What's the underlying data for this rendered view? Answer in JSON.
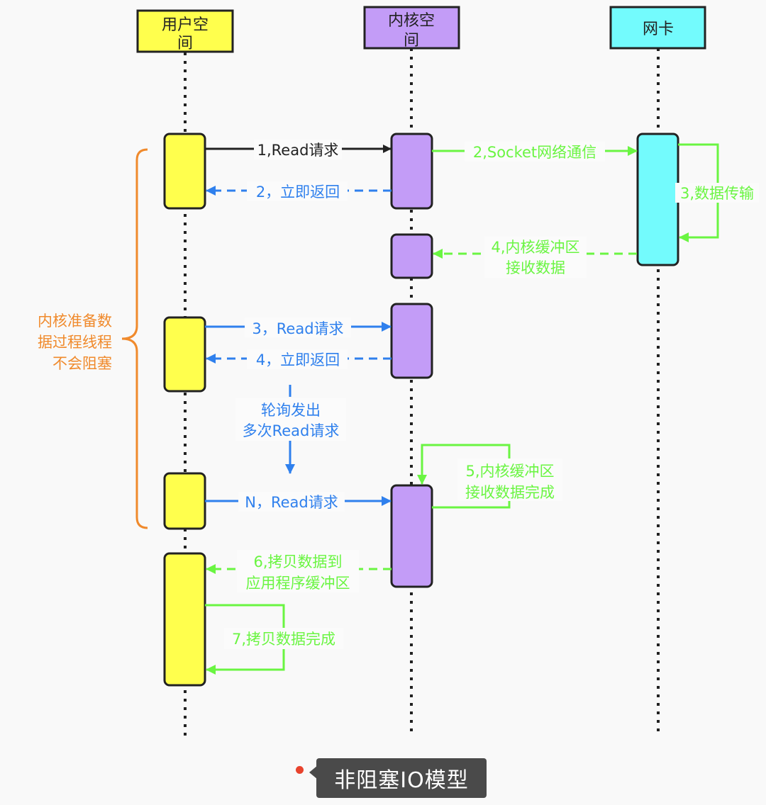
{
  "diagram": {
    "title": "非阻塞IO模型",
    "colors": {
      "user": "#ffff4d",
      "kernel": "#c39cf7",
      "nic": "#73fbfd",
      "black_arrow": "#222222",
      "blue_arrow": "#2f80ed",
      "green_arrow": "#6af542",
      "brace": "#f08a2c",
      "caption_dot": "#e8432d"
    },
    "lanes": {
      "user": {
        "label_line1": "用户空",
        "label_line2": "间"
      },
      "kernel": {
        "label_line1": "内核空",
        "label_line2": "间"
      },
      "nic": {
        "label": "网卡"
      }
    },
    "messages": {
      "m1": "1,Read请求",
      "m2_socket": "2,Socket网络通信",
      "m2_return": "2，立即返回",
      "m3_transfer": "3,数据传输",
      "m4_buffer_l1": "4,内核缓冲区",
      "m4_buffer_l2": "接收数据",
      "m3_read": "3，Read请求",
      "m4_return": "4，立即返回",
      "poll_l1": "轮询发出",
      "poll_l2": "多次Read请求",
      "mN_read": "N，Read请求",
      "m5_l1": "5,内核缓冲区",
      "m5_l2": "接收数据完成",
      "m6_l1": "6,拷贝数据到",
      "m6_l2": "应用程序缓冲区",
      "m7": "7,拷贝数据完成"
    },
    "annotation": {
      "line1": "内核准备数",
      "line2": "据过程线程",
      "line3": "不会阻塞"
    }
  }
}
